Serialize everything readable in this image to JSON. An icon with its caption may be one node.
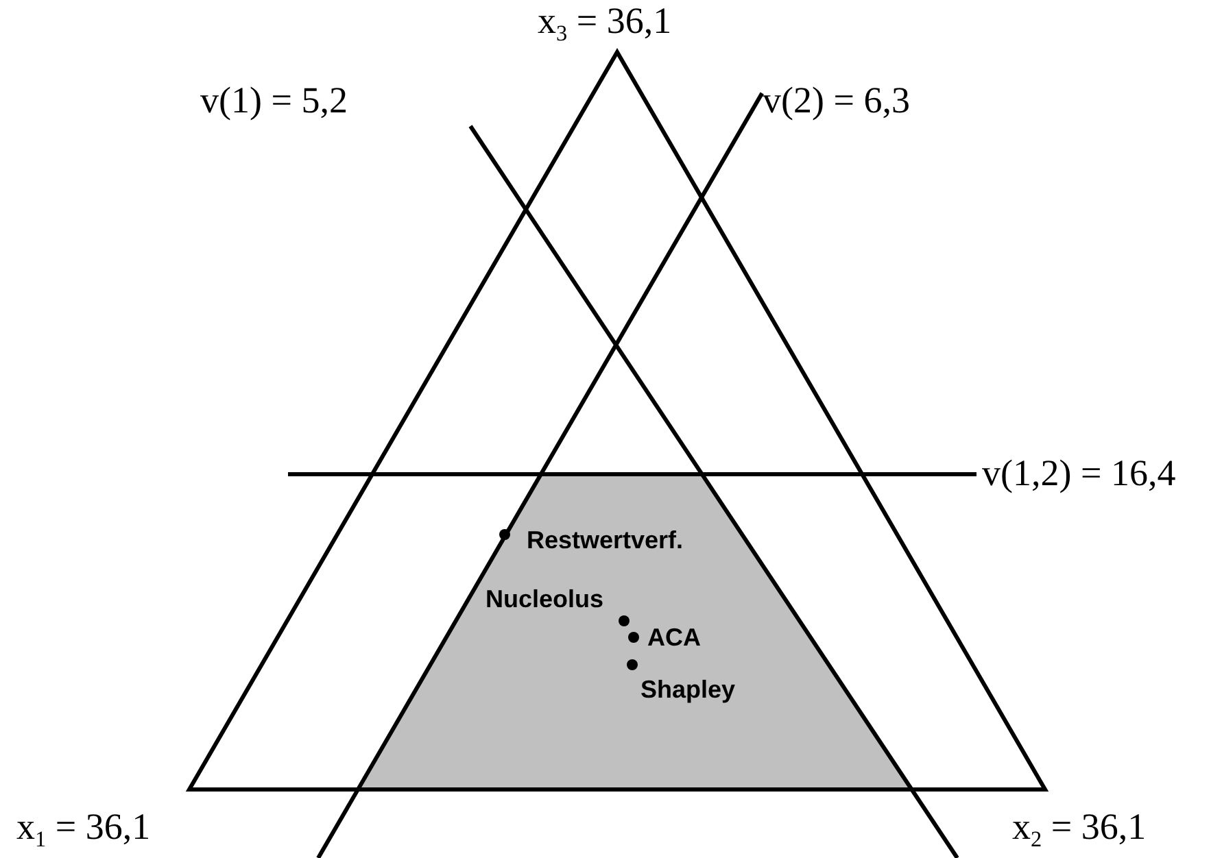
{
  "diagram": {
    "labels": [
      "x$_{3}$ = 36,1",
      "v(1) = 5,2",
      "v(2) = 6,3",
      "v(1,2) = 16,4",
      "Restwertverf.",
      "Nucleolus",
      "ACA",
      "Shapley",
      "x$_{1}$ = 36,1",
      "x$_{2}$ = 36,1"
    ]
  }
}
